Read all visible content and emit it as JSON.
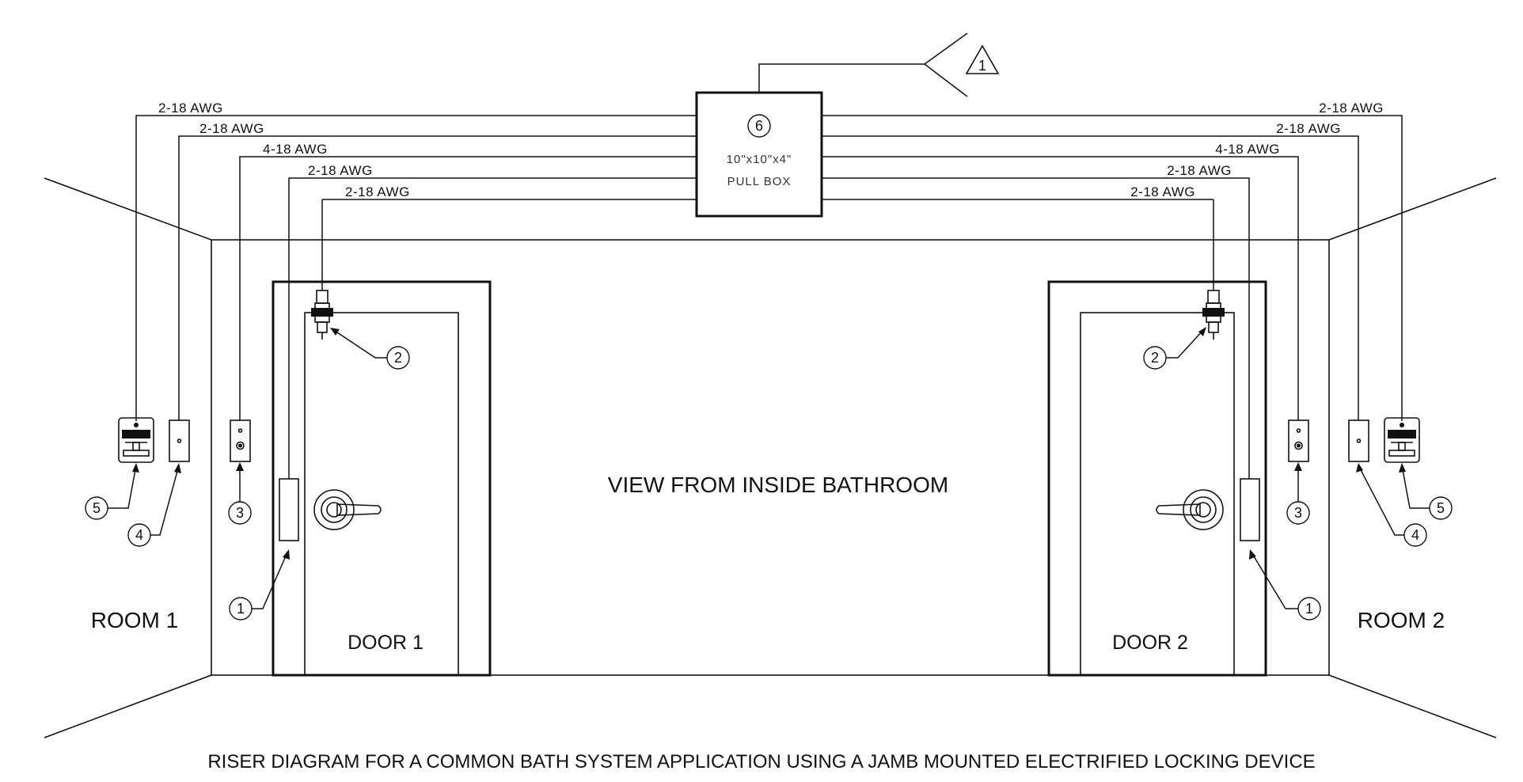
{
  "view_label": "VIEW FROM INSIDE BATHROOM",
  "caption": "RISER DIAGRAM FOR A COMMON BATH SYSTEM APPLICATION USING A JAMB MOUNTED ELECTRIFIED LOCKING DEVICE",
  "pull_box": {
    "number": "6",
    "size": "10\"x10\"x4\"",
    "label": "PULL BOX"
  },
  "power_note": "1",
  "rooms": {
    "left": "ROOM 1",
    "right": "ROOM 2"
  },
  "doors": {
    "left": "DOOR 1",
    "right": "DOOR 2"
  },
  "wires": {
    "left": [
      "2-18 AWG",
      "2-18 AWG",
      "4-18 AWG",
      "2-18 AWG",
      "2-18 AWG"
    ],
    "right": [
      "2-18 AWG",
      "2-18 AWG",
      "4-18 AWG",
      "2-18 AWG",
      "2-18 AWG"
    ]
  },
  "callouts": {
    "left": [
      "1",
      "2",
      "3",
      "4",
      "5"
    ],
    "right": [
      "1",
      "2",
      "3",
      "4",
      "5"
    ]
  }
}
